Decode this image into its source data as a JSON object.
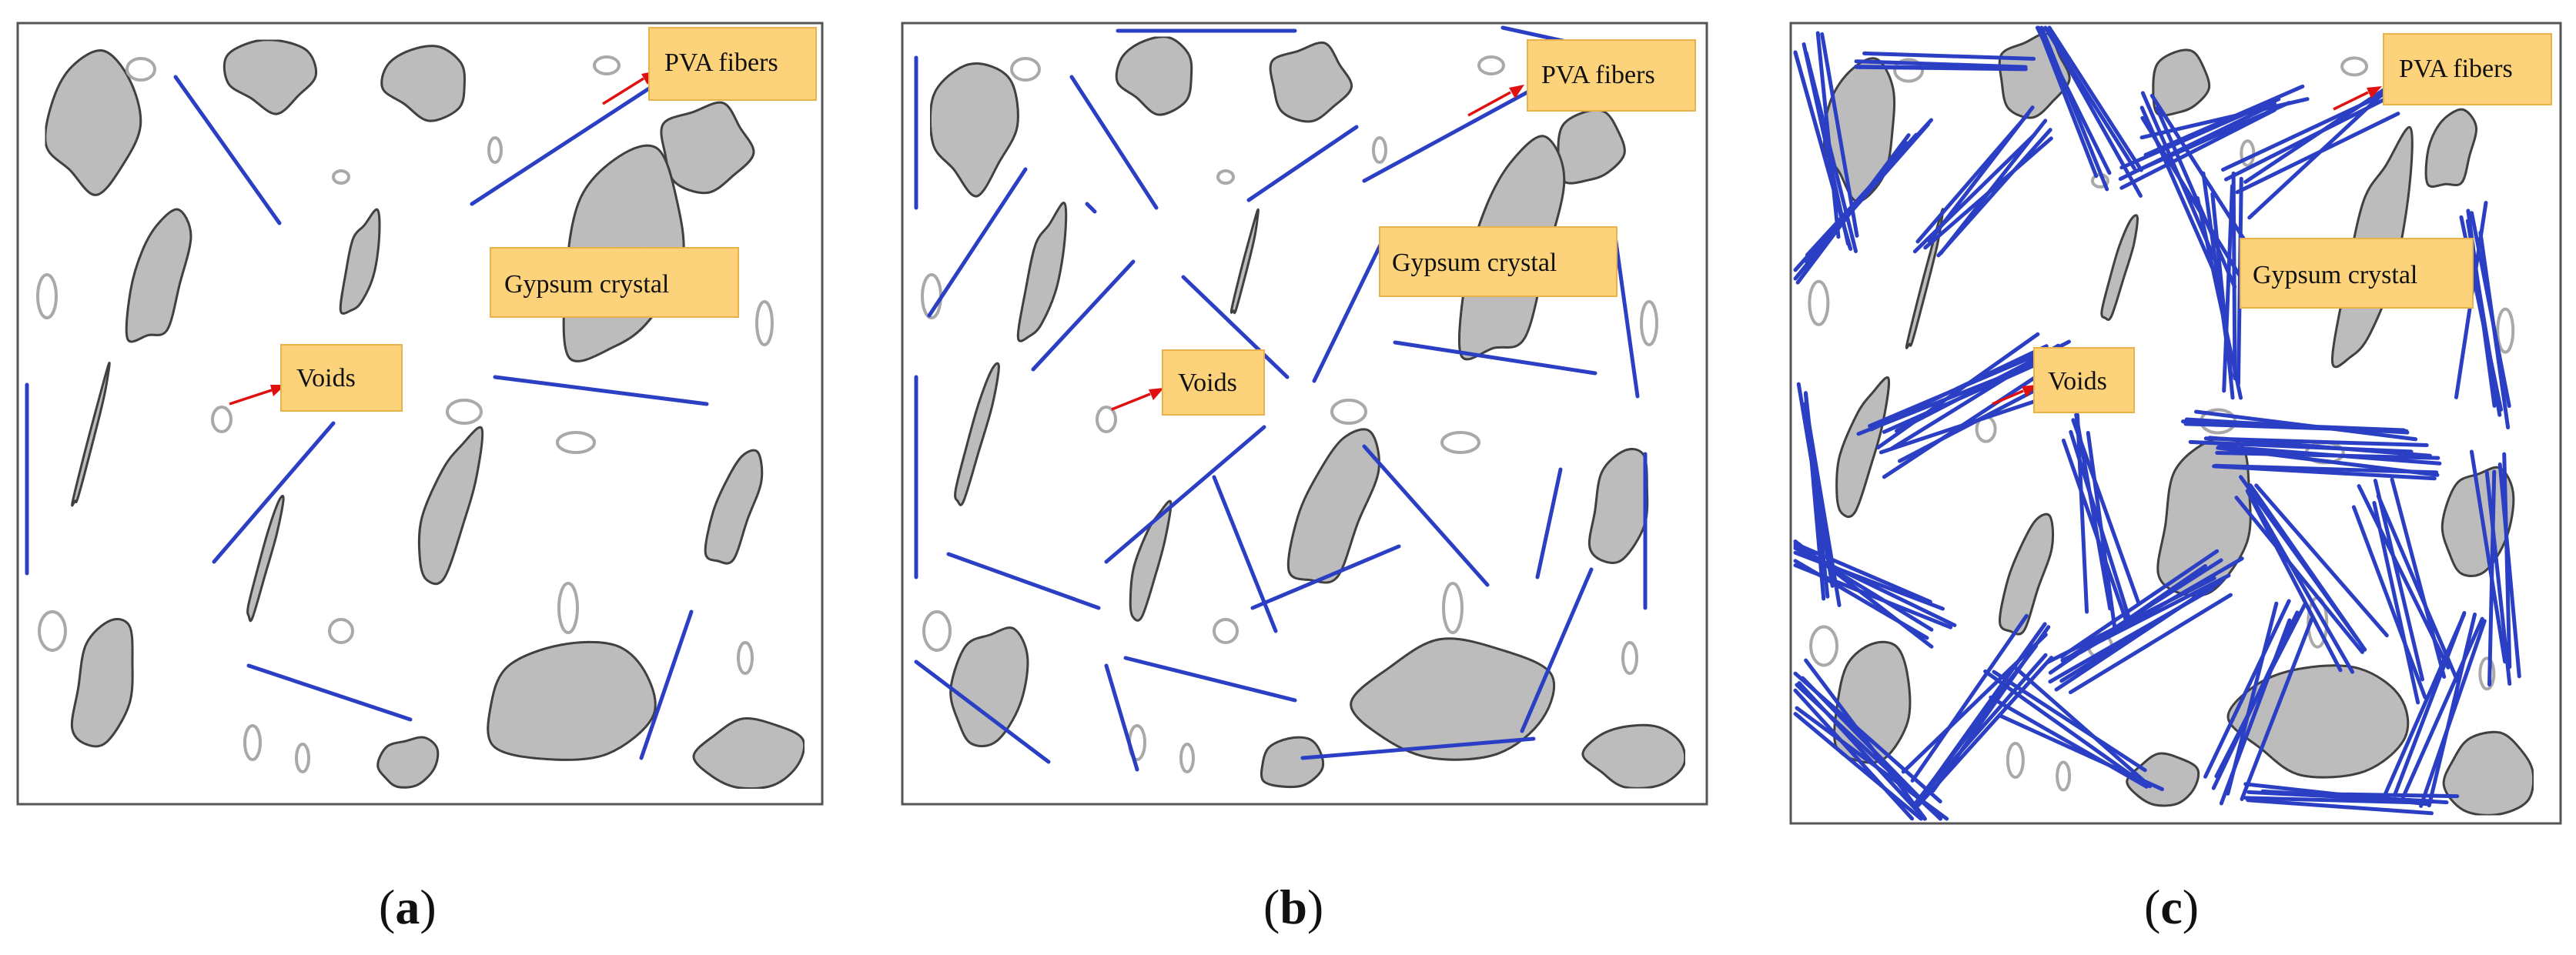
{
  "figure": {
    "panels": [
      {
        "id": "a",
        "caption_open": "(",
        "caption_letter": "a",
        "caption_close": ")",
        "labels": {
          "fibers": "PVA fibers",
          "crystal": "Gypsum crystal",
          "voids": "Voids"
        },
        "fiber_density": "low"
      },
      {
        "id": "b",
        "caption_open": "(",
        "caption_letter": "b",
        "caption_close": ")",
        "labels": {
          "fibers": "PVA fibers",
          "crystal": "Gypsum crystal",
          "voids": "Voids"
        },
        "fiber_density": "medium"
      },
      {
        "id": "c",
        "caption_open": "(",
        "caption_letter": "c",
        "caption_close": ")",
        "labels": {
          "fibers": "PVA fibers",
          "crystal": "Gypsum crystal",
          "voids": "Voids"
        },
        "fiber_density": "high"
      }
    ],
    "colors": {
      "fiber": "#2b3fc4",
      "crystal": "#bdbdbd",
      "crystal_outline": "#222222",
      "void": "#a9a9a9",
      "label_box": "#fcd27a",
      "arrow": "#e01010"
    }
  }
}
